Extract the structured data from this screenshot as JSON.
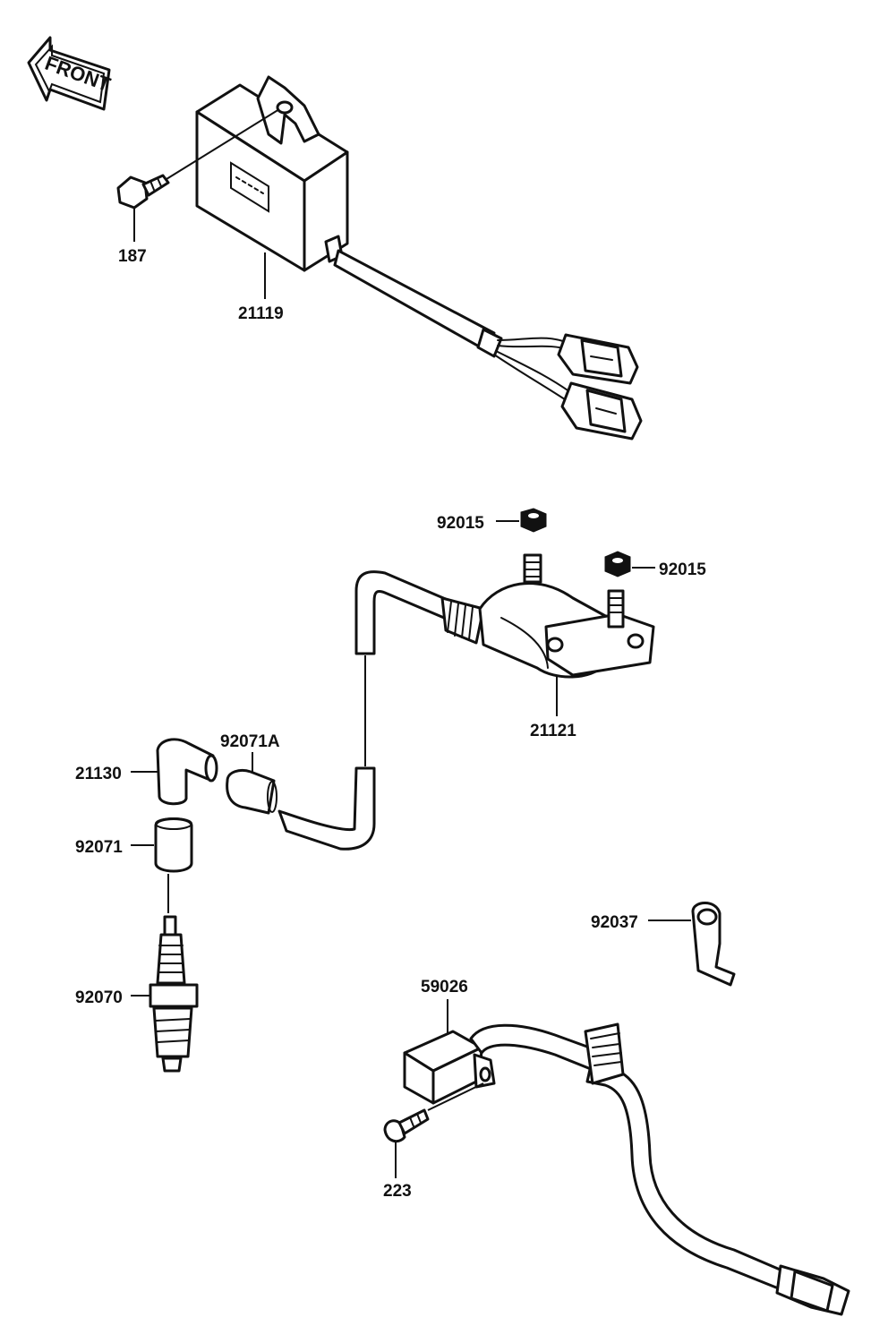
{
  "front_indicator": {
    "label": "FRONT"
  },
  "parts": [
    {
      "id": "cdi-mount-bolt",
      "number": "187"
    },
    {
      "id": "cdi-unit",
      "number": "21119"
    },
    {
      "id": "coil-nut-left",
      "number": "92015"
    },
    {
      "id": "coil-nut-right",
      "number": "92015"
    },
    {
      "id": "ignition-coil",
      "number": "21121"
    },
    {
      "id": "spark-plug-cap",
      "number": "21130"
    },
    {
      "id": "cap-seal-upper",
      "number": "92071A"
    },
    {
      "id": "cap-seal-lower",
      "number": "92071"
    },
    {
      "id": "spark-plug",
      "number": "92070"
    },
    {
      "id": "wire-clamp",
      "number": "92037"
    },
    {
      "id": "regulator",
      "number": "59026"
    },
    {
      "id": "regulator-screw",
      "number": "223"
    }
  ]
}
